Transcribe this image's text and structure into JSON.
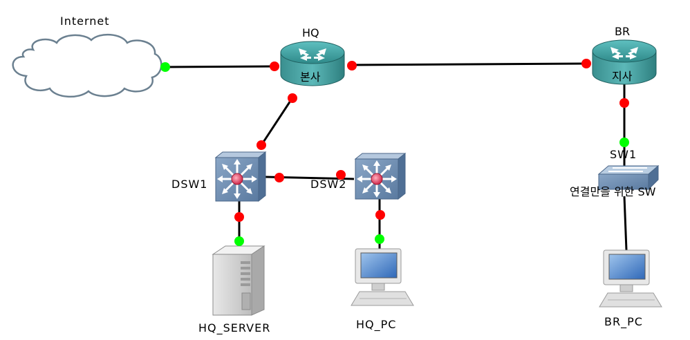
{
  "labels": {
    "internet": "Internet",
    "hq": "HQ",
    "hq_sub": "본사",
    "br": "BR",
    "br_sub": "지사",
    "dsw1": "DSW1",
    "dsw2": "DSW2",
    "sw1": "SW1",
    "sw1_sub": "연결만을 위한 SW",
    "hq_server": "HQ_SERVER",
    "hq_pc": "HQ_PC",
    "br_pc": "BR_PC"
  },
  "colors": {
    "link": "#000000",
    "port_down": "#ff0000",
    "port_up": "#00ff00",
    "router_body": "#3e9a9a",
    "switch_body": "#6f8fb3",
    "cloud_stroke": "#6b8090"
  },
  "links": [
    {
      "name": "internet-hq",
      "ports": [
        "up",
        "down"
      ]
    },
    {
      "name": "hq-br",
      "ports": [
        "down",
        "down"
      ]
    },
    {
      "name": "hq-dsw1",
      "ports": [
        "down",
        "down"
      ]
    },
    {
      "name": "dsw1-dsw2",
      "ports": [
        "down",
        "down"
      ]
    },
    {
      "name": "br-sw1",
      "ports": [
        "down",
        "up"
      ]
    },
    {
      "name": "dsw1-hq-server",
      "ports": [
        "down",
        "up"
      ]
    },
    {
      "name": "dsw2-hq-pc",
      "ports": [
        "down",
        "up"
      ]
    },
    {
      "name": "sw1-br-pc",
      "ports": []
    }
  ]
}
